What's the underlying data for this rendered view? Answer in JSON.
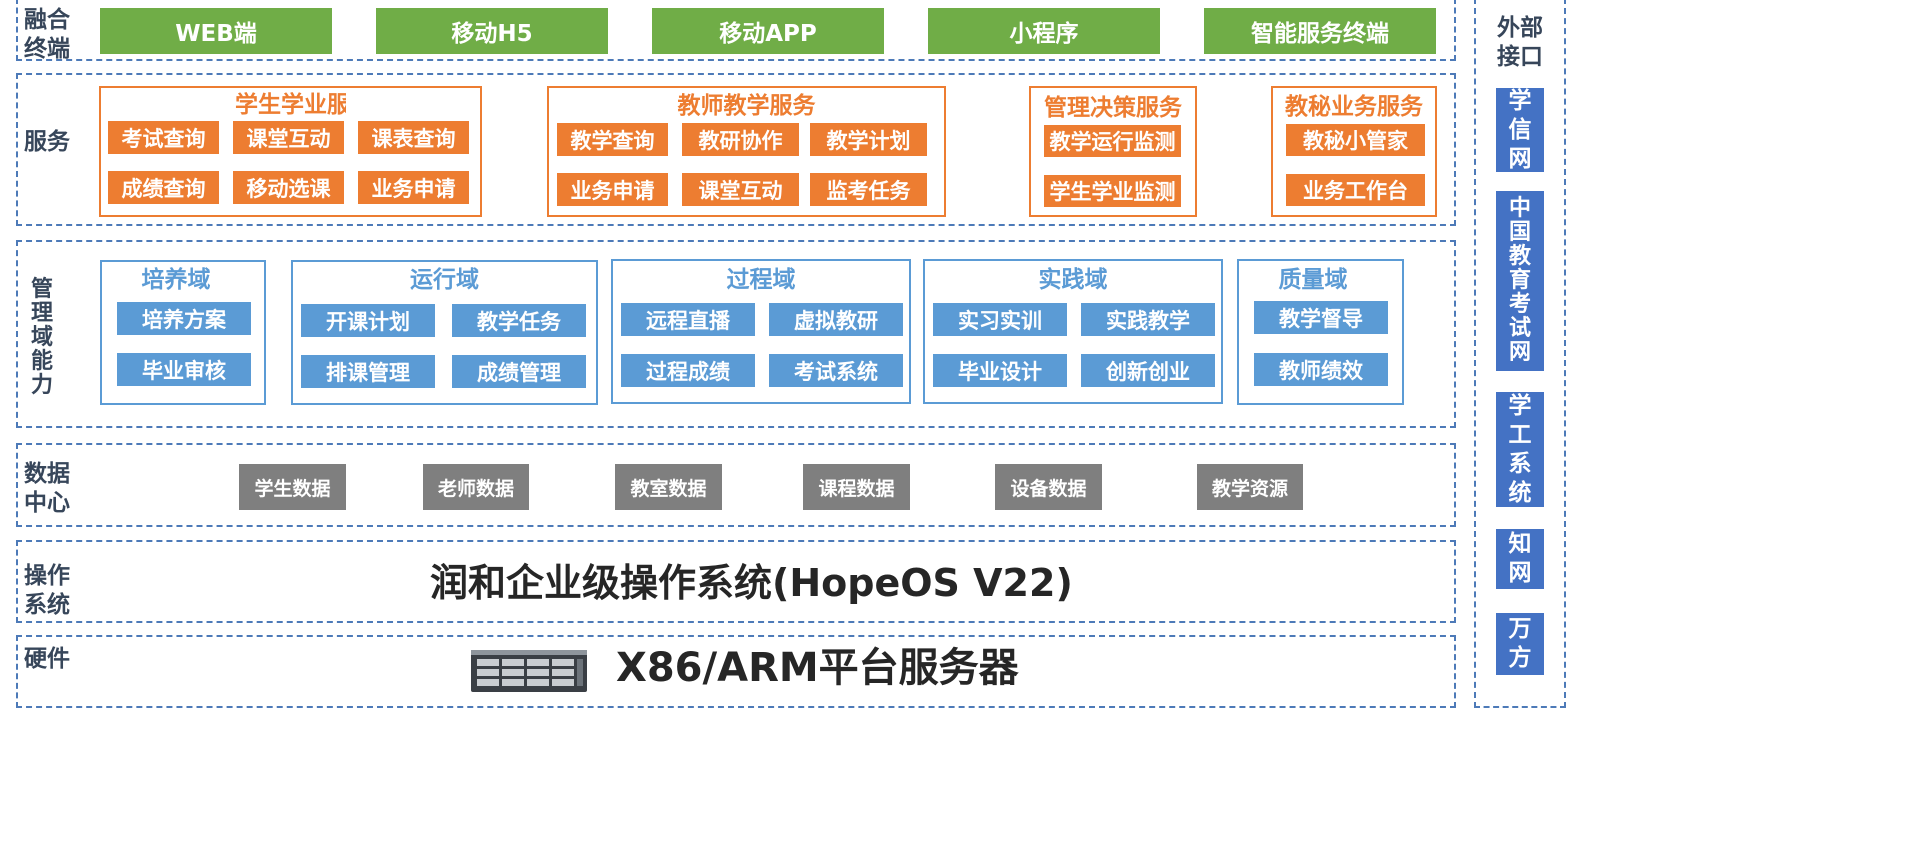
{
  "colors": {
    "border": "#4d7ab8",
    "green": "#70ad47",
    "orange": "#ed7d31",
    "blue": "#5b9bd5",
    "gray": "#7f7f7f",
    "ext_blue": "#4472c4"
  },
  "rows": {
    "terminal": "融合\n终端",
    "services": "服务",
    "domain": "管\n理\n域\n能\n力",
    "data": "数据\n中心",
    "os": "操作\n系统",
    "hardware": "硬件"
  },
  "terminals": [
    "WEB端",
    "移动H5",
    "移动APP",
    "小程序",
    "智能服务终端"
  ],
  "services": {
    "student": {
      "title": "学生学业服务",
      "items": [
        "考试查询",
        "课堂互动",
        "课表查询",
        "成绩查询",
        "移动选课",
        "业务申请"
      ]
    },
    "teacher": {
      "title": "教师教学服务",
      "items": [
        "教学查询",
        "教研协作",
        "教学计划",
        "业务申请",
        "课堂互动",
        "监考任务"
      ]
    },
    "management": {
      "title": "管理决策服务",
      "items": [
        "教学运行监测",
        "学生学业监测"
      ]
    },
    "secretary": {
      "title": "教秘业务服务",
      "items": [
        "教秘小管家",
        "业务工作台"
      ]
    }
  },
  "domains": {
    "cultivate": {
      "title": "培养域",
      "items": [
        "培养方案",
        "毕业审核"
      ]
    },
    "operation": {
      "title": "运行域",
      "items": [
        "开课计划",
        "教学任务",
        "排课管理",
        "成绩管理"
      ]
    },
    "process": {
      "title": "过程域",
      "items": [
        "远程直播",
        "虚拟教研",
        "过程成绩",
        "考试系统"
      ]
    },
    "practice": {
      "title": "实践域",
      "items": [
        "实习实训",
        "实践教学",
        "毕业设计",
        "创新创业"
      ]
    },
    "quality": {
      "title": "质量域",
      "items": [
        "教学督导",
        "教师绩效"
      ]
    }
  },
  "data_center": [
    "学生数据",
    "老师数据",
    "教室数据",
    "课程数据",
    "设备数据",
    "教学资源"
  ],
  "os_text": "润和企业级操作系统(HopeOS V22)",
  "hardware_text": "X86/ARM平台服务器",
  "external": {
    "title": "外部\n接口",
    "items": [
      "学\n信\n网",
      "中\n国\n教\n育\n考\n试\n网",
      "学\n工\n系\n统",
      "知\n网",
      "万\n方"
    ]
  }
}
